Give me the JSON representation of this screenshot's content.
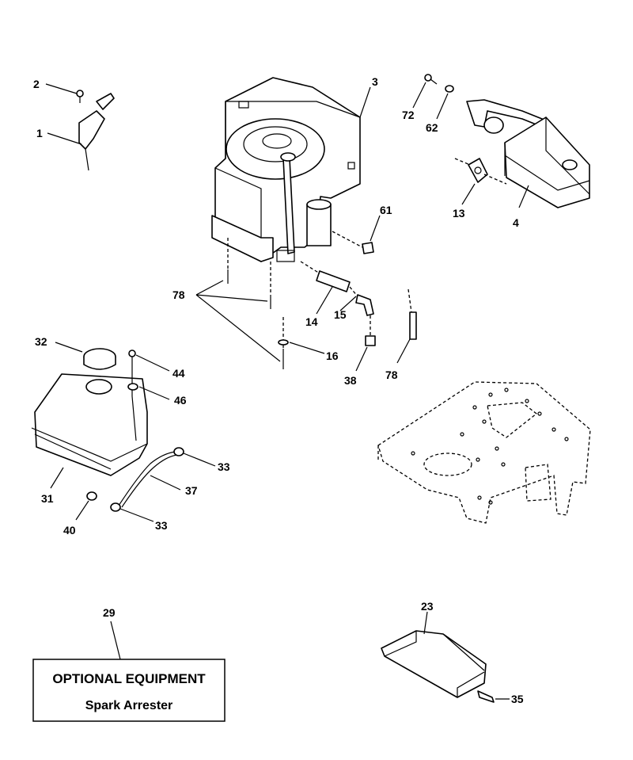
{
  "callouts": {
    "c1": "1",
    "c2": "2",
    "c3": "3",
    "c4": "4",
    "c13": "13",
    "c14": "14",
    "c15": "15",
    "c16": "16",
    "c23": "23",
    "c29": "29",
    "c31": "31",
    "c32": "32",
    "c33a": "33",
    "c33b": "33",
    "c35": "35",
    "c37": "37",
    "c38": "38",
    "c40": "40",
    "c44": "44",
    "c46": "46",
    "c61": "61",
    "c62": "62",
    "c72": "72",
    "c78a": "78",
    "c78b": "78"
  },
  "optional_box": {
    "title": "OPTIONAL EQUIPMENT",
    "subtitle": "Spark Arrester"
  }
}
